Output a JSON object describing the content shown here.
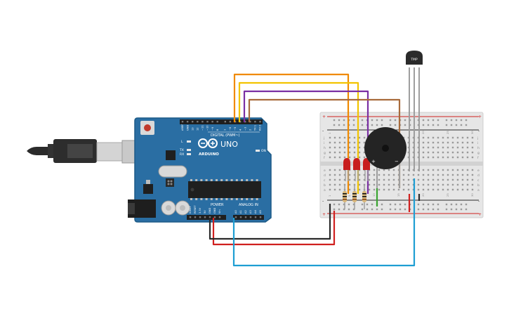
{
  "board": {
    "brand": "ARDUINO",
    "model": "UNO",
    "header_digital": "DIGITAL (PWM~)",
    "header_power": "POWER",
    "header_analog": "ANALOG IN",
    "led_l": "L",
    "led_tx": "TX",
    "led_rx": "RX",
    "led_on": "ON",
    "digital_pins": [
      "AREF",
      "GND",
      "13",
      "12",
      "~11",
      "~10",
      "~9",
      "8",
      "7",
      "~6",
      "~5",
      "4",
      "~3",
      "2",
      "TX 1",
      "RX 0"
    ],
    "power_pins": [
      "IOREF",
      "RESET",
      "3.3V",
      "5V",
      "GND",
      "GND",
      "Vin"
    ],
    "analog_pins": [
      "A0",
      "A1",
      "A2",
      "A3",
      "A4",
      "A5"
    ]
  },
  "sensor": {
    "label": "TMP"
  },
  "breadboard": {
    "rail_plus": "+",
    "rail_minus": "-",
    "rows": [
      "j",
      "i",
      "h",
      "g",
      "f",
      "e",
      "d",
      "c",
      "b",
      "a"
    ],
    "column_numbers": [
      "1",
      "5",
      "10",
      "15",
      "20",
      "25",
      "30"
    ]
  },
  "buzzer": {
    "plus": "+",
    "minus": "−"
  },
  "colors": {
    "board": "#2a6ea3",
    "breadboard": "#e6e6e6",
    "wire_orange": "#f08a00",
    "wire_yellow": "#f2c400",
    "wire_purple": "#7a2fa3",
    "wire_brown": "#a86b3c",
    "wire_red": "#d0201f",
    "wire_black": "#2a2a2a",
    "wire_blue": "#1e9ed3",
    "wire_green": "#3aa531",
    "led": "#c81e1e"
  }
}
